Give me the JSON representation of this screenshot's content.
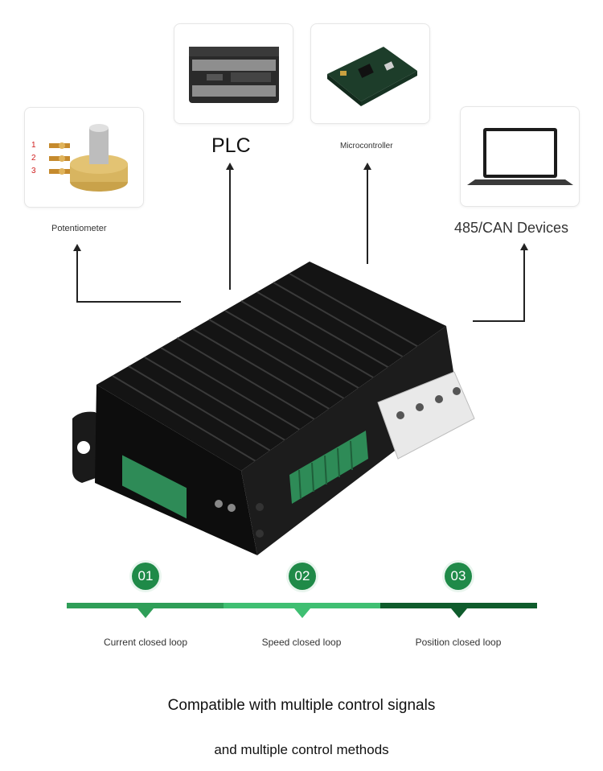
{
  "devices": {
    "potentiometer": {
      "label": "Potentiometer",
      "pins": [
        "1",
        "2",
        "3"
      ]
    },
    "plc": {
      "label": "PLC"
    },
    "microcontroller": {
      "label": "Microcontroller"
    },
    "can_devices": {
      "label": "485/CAN Devices"
    }
  },
  "steps": [
    {
      "num": "01",
      "label": "Current closed loop"
    },
    {
      "num": "02",
      "label": "Speed closed loop"
    },
    {
      "num": "03",
      "label": "Position closed loop"
    }
  ],
  "caption": {
    "line1": "Compatible with multiple control signals",
    "line2": "and multiple control methods"
  },
  "colors": {
    "step_badge": "#1f8a48",
    "bar_segment_1": "#2f9e58",
    "bar_segment_2": "#3fbf72",
    "bar_segment_3": "#0f5c2c",
    "heatsink": "#141414"
  }
}
